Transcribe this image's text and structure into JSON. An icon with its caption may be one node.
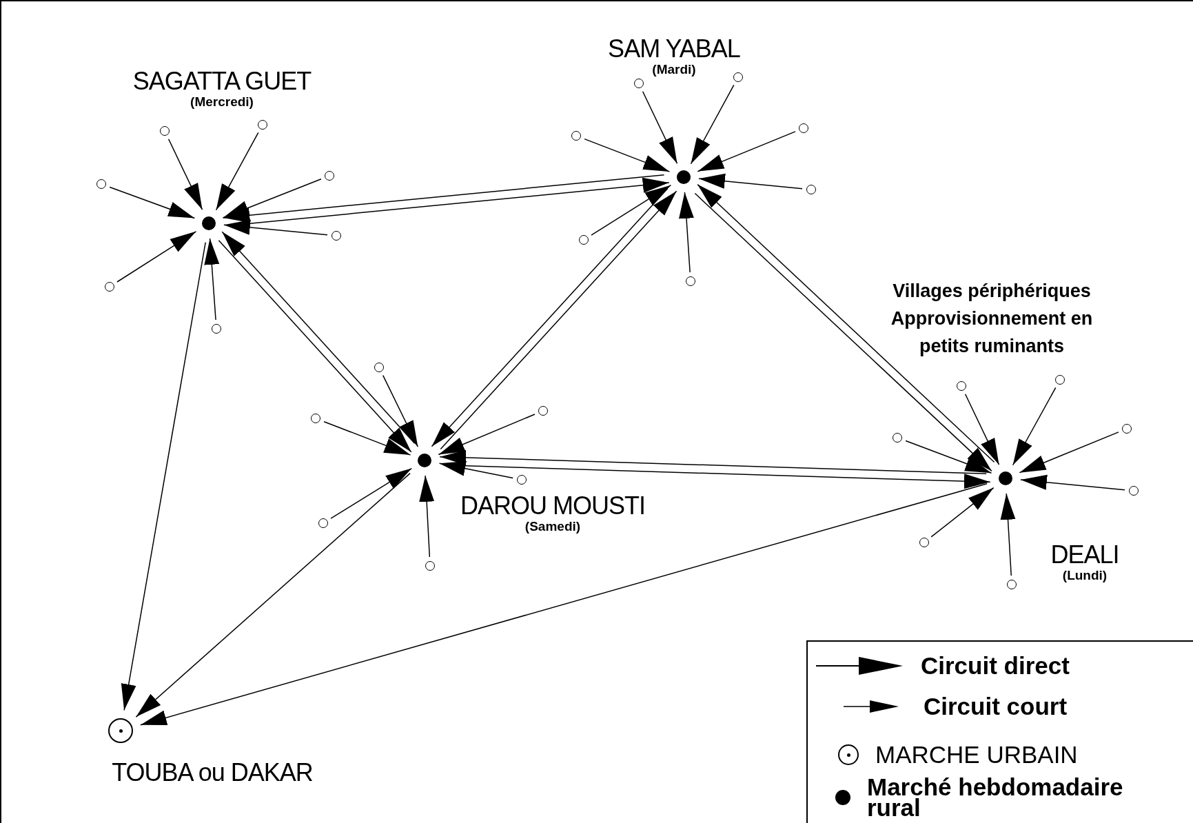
{
  "diagram": {
    "nodes": [
      {
        "text": [],
        "shape": "circle",
        "beside": [
          "SAM YABAL",
          "(Mardi)"
        ]
      },
      {
        "text": [],
        "shape": "circle",
        "beside": [
          "SAGATTA GUET",
          "(Mercredi)"
        ]
      },
      {
        "text": [],
        "shape": "circle",
        "beside": [
          "DAROU MOUSTI",
          "(Samedi)"
        ]
      },
      {
        "text": [],
        "shape": "circle",
        "beside": [
          "DEALI",
          "(Lundi)"
        ]
      },
      {
        "text": [],
        "shape": "circle",
        "beside": [
          "TOUBA ou DAKAR"
        ]
      },
      {
        "text": [],
        "shape": "circle"
      },
      {
        "text": [],
        "shape": "circle"
      },
      {
        "text": [],
        "shape": "circle"
      },
      {
        "text": [],
        "shape": "circle"
      },
      {
        "text": [],
        "shape": "circle"
      },
      {
        "text": [],
        "shape": "circle"
      },
      {
        "text": [],
        "shape": "circle"
      },
      {
        "text": [],
        "shape": "circle"
      },
      {
        "text": [],
        "shape": "circle"
      },
      {
        "text": [],
        "shape": "circle"
      },
      {
        "text": [],
        "shape": "circle"
      },
      {
        "text": [],
        "shape": "circle"
      },
      {
        "text": [],
        "shape": "circle"
      },
      {
        "text": [],
        "shape": "circle"
      },
      {
        "text": [],
        "shape": "circle"
      },
      {
        "text": [],
        "shape": "circle"
      },
      {
        "text": [],
        "shape": "circle"
      },
      {
        "text": [],
        "shape": "circle"
      },
      {
        "text": [],
        "shape": "circle"
      },
      {
        "text": [],
        "shape": "circle"
      },
      {
        "text": [],
        "shape": "circle"
      },
      {
        "text": [],
        "shape": "circle"
      },
      {
        "text": [],
        "shape": "circle"
      },
      {
        "text": [],
        "shape": "circle"
      },
      {
        "text": [],
        "shape": "circle"
      },
      {
        "text": [],
        "shape": "circle"
      },
      {
        "text": [],
        "shape": "circle"
      }
    ],
    "edges": [
      {
        "from": 5,
        "to": 0,
        "arrow": "to"
      },
      {
        "from": 6,
        "to": 0,
        "arrow": "to"
      },
      {
        "from": 7,
        "to": 0,
        "arrow": "to"
      },
      {
        "from": 8,
        "to": 0,
        "arrow": "to"
      },
      {
        "from": 9,
        "to": 0,
        "arrow": "to"
      },
      {
        "from": 10,
        "to": 0,
        "arrow": "to"
      },
      {
        "from": 11,
        "to": 0,
        "arrow": "to"
      },
      {
        "from": 12,
        "to": 1,
        "arrow": "to"
      },
      {
        "from": 13,
        "to": 1,
        "arrow": "to"
      },
      {
        "from": 14,
        "to": 1,
        "arrow": "to"
      },
      {
        "from": 15,
        "to": 1,
        "arrow": "to"
      },
      {
        "from": 16,
        "to": 1,
        "arrow": "to"
      },
      {
        "from": 17,
        "to": 1,
        "arrow": "to"
      },
      {
        "from": 18,
        "to": 1,
        "arrow": "to"
      },
      {
        "from": 19,
        "to": 2,
        "arrow": "to"
      },
      {
        "from": 20,
        "to": 2,
        "arrow": "to"
      },
      {
        "from": 21,
        "to": 2,
        "arrow": "to"
      },
      {
        "from": 22,
        "to": 2,
        "arrow": "to"
      },
      {
        "from": 23,
        "to": 2,
        "arrow": "to"
      },
      {
        "from": 24,
        "to": 2,
        "arrow": "to"
      },
      {
        "from": 25,
        "to": 3,
        "arrow": "to"
      },
      {
        "from": 26,
        "to": 3,
        "arrow": "to"
      },
      {
        "from": 27,
        "to": 3,
        "arrow": "to"
      },
      {
        "from": 28,
        "to": 3,
        "arrow": "to"
      },
      {
        "from": 29,
        "to": 3,
        "arrow": "to"
      },
      {
        "from": 30,
        "to": 3,
        "arrow": "to"
      },
      {
        "from": 31,
        "to": 3,
        "arrow": "to"
      },
      {
        "from": 1,
        "to": 0,
        "arrow": "to"
      },
      {
        "from": 0,
        "to": 1,
        "arrow": "to"
      },
      {
        "from": 1,
        "to": 2,
        "arrow": "to"
      },
      {
        "from": 2,
        "to": 1,
        "arrow": "to"
      },
      {
        "from": 0,
        "to": 2,
        "arrow": "to"
      },
      {
        "from": 2,
        "to": 0,
        "arrow": "to"
      },
      {
        "from": 0,
        "to": 3,
        "arrow": "to"
      },
      {
        "from": 3,
        "to": 0,
        "arrow": "to"
      },
      {
        "from": 2,
        "to": 3,
        "arrow": "to"
      },
      {
        "from": 3,
        "to": 2,
        "arrow": "to"
      },
      {
        "from": 1,
        "to": 4,
        "arrow": "to"
      },
      {
        "from": 2,
        "to": 4,
        "arrow": "to"
      },
      {
        "from": 3,
        "to": 4,
        "arrow": "to"
      }
    ],
    "labels": [
      "Villages périphériques Approvisionnement en petits ruminants"
    ],
    "legend": [
      {
        "text": "Circuit direct"
      },
      {
        "text": "Circuit court"
      },
      {
        "text": "MARCHE URBAIN"
      },
      {
        "text": "Marché hebdomadaire rural"
      }
    ]
  }
}
